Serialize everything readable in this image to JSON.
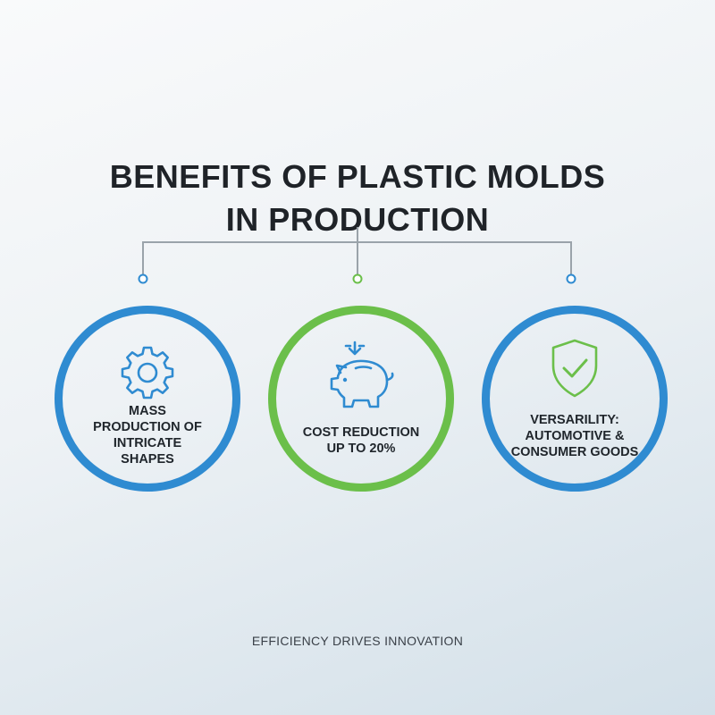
{
  "title": {
    "line1": "BENEFITS OF PLASTIC MOLDS",
    "line2": "IN PRODUCTION"
  },
  "benefits": [
    {
      "label": "MASS\nPRODUCTION OF\nINTRICATE\nSHAPES",
      "icon": "gear-icon",
      "color": "#2f8bd1"
    },
    {
      "label": "COST REDUCTION\nUP TO 20%",
      "icon": "piggy-bank-icon",
      "color": "#6bbf4a"
    },
    {
      "label": "VERSARILITY:\nAUTOMOTIVE &\nCONSUMER GOODS",
      "icon": "shield-check-icon",
      "color": "#2f8bd1"
    }
  ],
  "footer": "EFFICIENCY DRIVES INNOVATION",
  "colors": {
    "blue": "#2f8bd1",
    "green": "#6bbf4a",
    "connector": "#9aa3aa",
    "text": "#1f2328"
  }
}
